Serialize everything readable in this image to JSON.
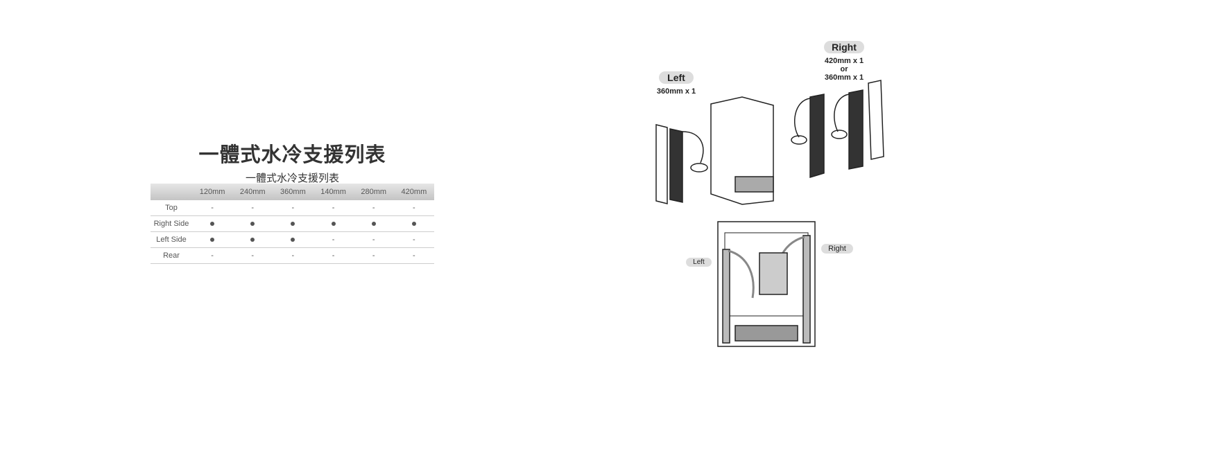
{
  "heading": "一體式水冷支援列表",
  "table": {
    "caption": "一體式水冷支援列表",
    "columns": [
      "",
      "120mm",
      "240mm",
      "360mm",
      "140mm",
      "280mm",
      "420mm"
    ],
    "rows": [
      {
        "label": "Top",
        "cells": [
          "-",
          "-",
          "-",
          "-",
          "-",
          "-"
        ]
      },
      {
        "label": "Right Side",
        "cells": [
          "●",
          "●",
          "●",
          "●",
          "●",
          "●"
        ]
      },
      {
        "label": "Left Side",
        "cells": [
          "●",
          "●",
          "●",
          "-",
          "-",
          "-"
        ]
      },
      {
        "label": "Rear",
        "cells": [
          "-",
          "-",
          "-",
          "-",
          "-",
          "-"
        ]
      }
    ]
  },
  "diagram": {
    "left_label": "Left",
    "left_spec": "360mm x 1",
    "right_label": "Right",
    "right_spec_1": "420mm x 1",
    "right_spec_or": "or",
    "right_spec_2": "360mm x 1",
    "front_left_label": "Left",
    "front_right_label": "Right"
  }
}
